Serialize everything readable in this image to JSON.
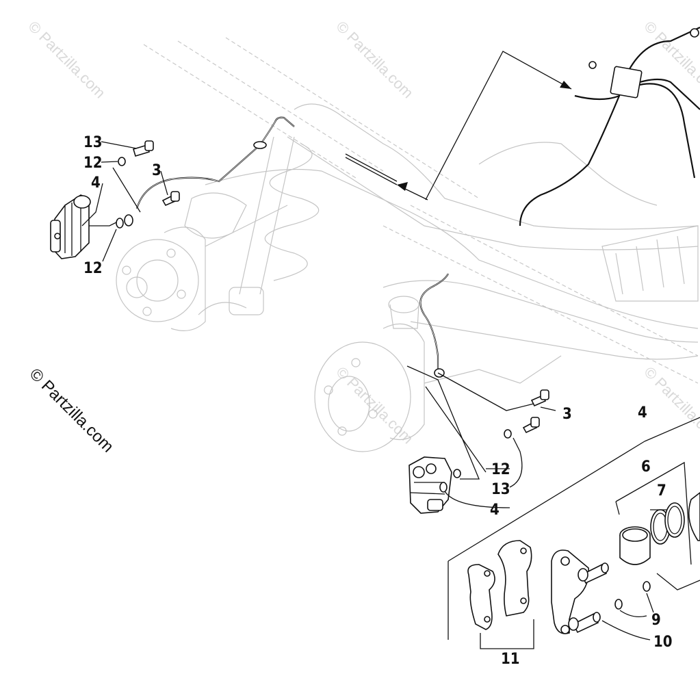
{
  "watermarks": {
    "main": "© Partzilla.com",
    "faint": "© Partzilla.com"
  },
  "callouts": {
    "c13_left": "13",
    "c12_left_top": "12",
    "c3_left": "3",
    "c4_left": "4",
    "c12_left_bottom": "12",
    "c3_right": "3",
    "c4_right_top": "4",
    "c6": "6",
    "c7": "7",
    "c12_right": "12",
    "c13_right": "13",
    "c4_right_bottom": "4",
    "c9": "9",
    "c10": "10",
    "c11": "11"
  }
}
